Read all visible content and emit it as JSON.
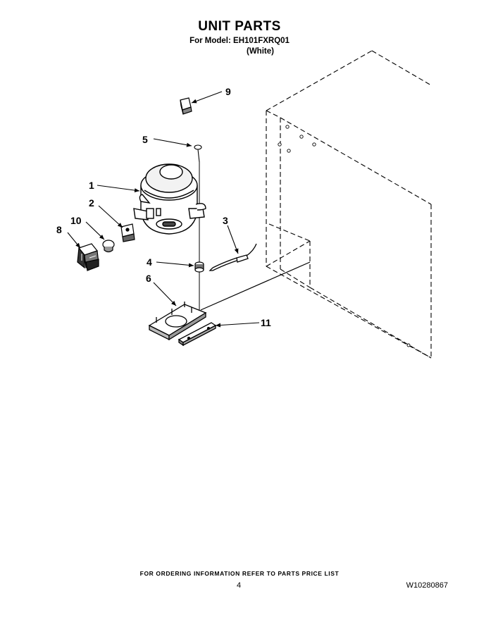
{
  "header": {
    "title": "UNIT PARTS",
    "model_line": "For Model: EH101FXRQ01",
    "variant": "(White)"
  },
  "callouts": {
    "c1": "1",
    "c2": "2",
    "c3": "3",
    "c4": "4",
    "c5": "5",
    "c6": "6",
    "c8": "8",
    "c9": "9",
    "c10": "10",
    "c11": "11"
  },
  "footer": {
    "ordering_note": "FOR ORDERING INFORMATION REFER TO PARTS PRICE LIST",
    "page_number": "4",
    "document_number": "W10280867"
  }
}
